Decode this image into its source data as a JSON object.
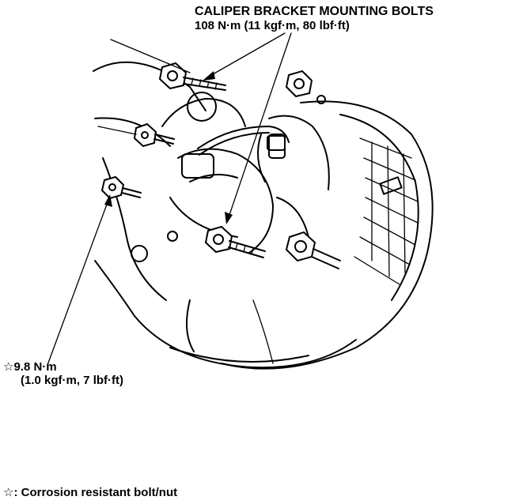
{
  "callouts": {
    "bracket_bolts": {
      "title": "CALIPER BRACKET MOUNTING BOLTS",
      "torque": "108 N·m (11 kgf·m, 80 lbf·ft)"
    },
    "corrosion_bolt": {
      "torque": "☆9.8 N·m",
      "torque_alt": "(1.0 kgf·m, 7 lbf·ft)"
    }
  },
  "legend": {
    "text": "☆: Corrosion resistant bolt/nut"
  }
}
